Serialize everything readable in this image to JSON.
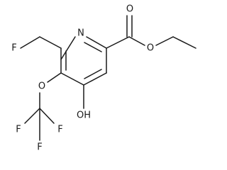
{
  "molecule": {
    "atoms": {
      "ring_nitrogen": "N",
      "fluoromethyl_fluorine": "F",
      "ether_oxygen": "O",
      "carbonyl_oxygen": "O",
      "ester_oxygen": "O",
      "hydroxyl": "OH",
      "trifluoro_f_left": "F",
      "trifluoro_f_top": "F",
      "trifluoro_f_bottom": "F"
    },
    "colors": {
      "ink": "#1a1a1a",
      "background": "#ffffff"
    }
  }
}
